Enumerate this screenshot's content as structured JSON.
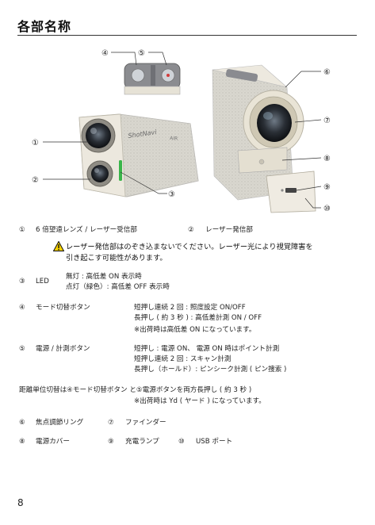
{
  "title": "各部名称",
  "figure": {
    "callouts": [
      "①",
      "②",
      "③",
      "④",
      "⑤",
      "⑥",
      "⑦",
      "⑧",
      "⑨",
      "⑩"
    ],
    "device_labels": [
      "ShotNavi",
      "AIR"
    ]
  },
  "items": {
    "i1": {
      "num": "①",
      "label": "6 倍望遠レンズ / レーザー受信部"
    },
    "i2": {
      "num": "②",
      "label": "レーザー発信部"
    },
    "warning": {
      "line1": "レーザー発信部はのぞき込まないでください。レーザー光により視覚障害を",
      "line2": "引き起こす可能性があります。"
    },
    "i3": {
      "num": "③",
      "label": "LED",
      "desc1": "無灯 : 高低差 ON 表示時",
      "desc2": "点灯（緑色）: 高低差 OFF 表示時"
    },
    "i4": {
      "num": "④",
      "label": "モード切替ボタン",
      "desc1": "短押し連続 2 回 : 照度設定 ON/OFF",
      "desc2": "長押し ( 約 3 秒 ) : 高低差計測 ON / OFF",
      "note": "※出荷時は高低差 ON になっています。"
    },
    "i5": {
      "num": "⑤",
      "label": "電源 / 計測ボタン",
      "desc1": "短押し : 電源 ON、 電源 ON 時はポイント計測",
      "desc2": "短押し連続 2 回 : スキャン計測",
      "desc3": "長押し（ホールド）: ピンシーク計測 ( ピン捜索 )"
    },
    "unit": {
      "text": "距離単位切替は④モード切替ボタン と⑤電源ボタンを両方長押し ( 約 3 秒 )",
      "note": "※出荷時は Yd ( ヤード ) になっています。"
    },
    "i6": {
      "num": "⑥",
      "label": "焦点調節リング"
    },
    "i7": {
      "num": "⑦",
      "label": "ファインダー"
    },
    "i8": {
      "num": "⑧",
      "label": "電源カバー"
    },
    "i9": {
      "num": "⑨",
      "label": "充電ランプ"
    },
    "i10": {
      "num": "⑩",
      "label": "USB ポート"
    }
  },
  "page_number": "8"
}
